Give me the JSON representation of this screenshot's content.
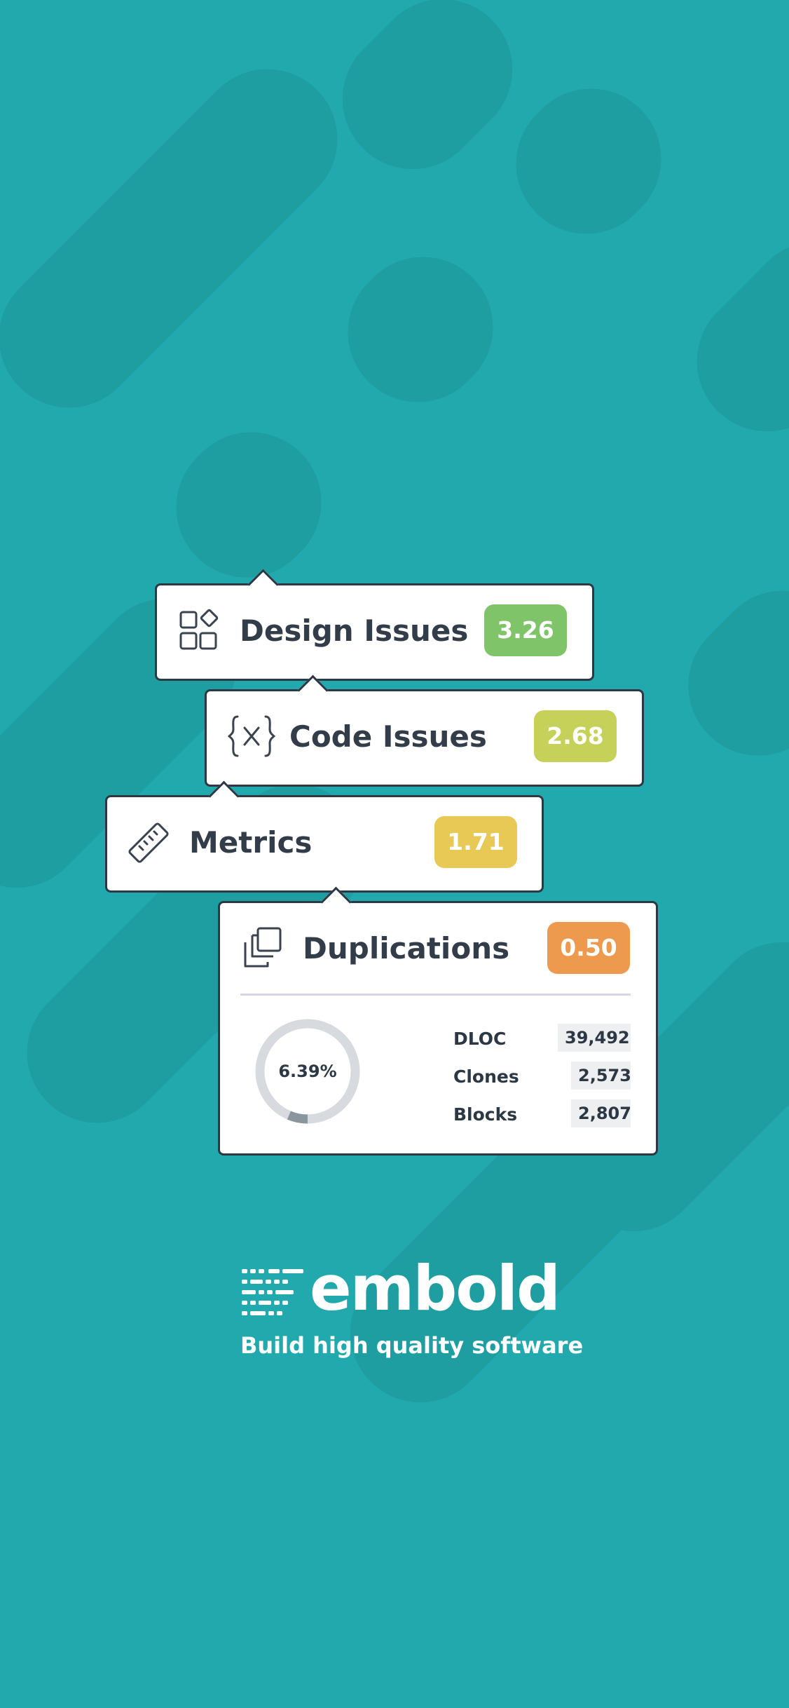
{
  "cards": {
    "design": {
      "label": "Design Issues",
      "score": "3.26",
      "color": "#80c46a",
      "icon": "components-icon"
    },
    "code": {
      "label": "Code Issues",
      "score": "2.68",
      "color": "#c5d159",
      "icon": "code-braces-x-icon"
    },
    "metrics": {
      "label": "Metrics",
      "score": "1.71",
      "color": "#e8c955",
      "icon": "ruler-icon"
    },
    "duplications": {
      "label": "Duplications",
      "score": "0.50",
      "color": "#ee9a4e",
      "icon": "copies-icon",
      "percent_label": "6.39%",
      "percent": 6.39,
      "stats": [
        {
          "label": "DLOC",
          "value": "39,492"
        },
        {
          "label": "Clones",
          "value": "2,573"
        },
        {
          "label": "Blocks",
          "value": "2,807"
        }
      ]
    }
  },
  "brand": {
    "name": "embold",
    "tagline": "Build high quality software",
    "icon": "embold-logo-icon"
  }
}
